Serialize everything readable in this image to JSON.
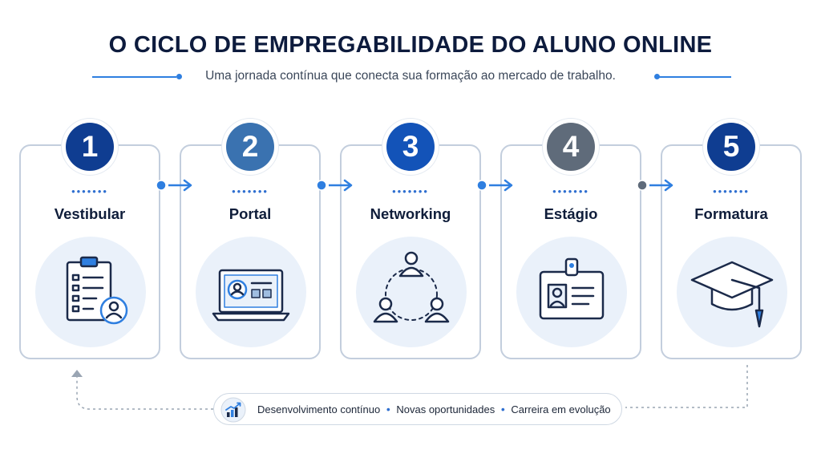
{
  "title": "O CICLO DE EMPREGABILIDADE DO ALUNO ONLINE",
  "subtitle": "Uma jornada contínua que conecta sua formação ao mercado de trabalho.",
  "steps": [
    {
      "number": "1",
      "label": "Vestibular",
      "dots": "•••••••",
      "icon": "clipboard-user-icon",
      "color": "#0f3d91"
    },
    {
      "number": "2",
      "label": "Portal",
      "dots": "•••••••",
      "icon": "laptop-profile-icon",
      "color": "#3a72b0"
    },
    {
      "number": "3",
      "label": "Networking",
      "dots": "•••••••",
      "icon": "people-network-icon",
      "color": "#1353b8"
    },
    {
      "number": "4",
      "label": "Estágio",
      "dots": "•••••••",
      "icon": "id-badge-icon",
      "color": "#5f6b7a"
    },
    {
      "number": "5",
      "label": "Formatura",
      "dots": "•••••••",
      "icon": "graduation-cap-icon",
      "color": "#0f3d91"
    }
  ],
  "footer": {
    "items": [
      "Desenvolvimento contínuo",
      "Novas oportunidades",
      "Carreira em evolução"
    ],
    "icon": "growth-chart-icon"
  },
  "colors": {
    "accent": "#2f7fe0",
    "dark": "#1b2a4a",
    "card_border": "#c3cedd",
    "icon_bg": "#eaf1fa"
  }
}
